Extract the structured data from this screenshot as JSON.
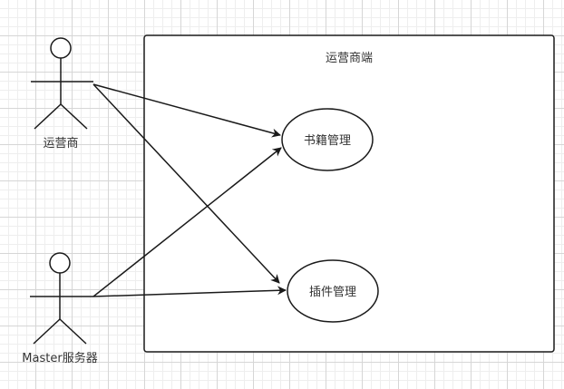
{
  "diagram": {
    "system_boundary": {
      "label": "运营商端"
    },
    "actors": [
      {
        "id": "operator",
        "label": "运营商"
      },
      {
        "id": "master",
        "label": "Master服务器"
      }
    ],
    "use_cases": [
      {
        "id": "book_mgmt",
        "label": "书籍管理"
      },
      {
        "id": "plugin_mgmt",
        "label": "插件管理"
      }
    ],
    "associations": [
      {
        "from": "operator",
        "to": "book_mgmt"
      },
      {
        "from": "operator",
        "to": "plugin_mgmt"
      },
      {
        "from": "master",
        "to": "book_mgmt"
      },
      {
        "from": "master",
        "to": "plugin_mgmt"
      }
    ],
    "colors": {
      "stroke": "#1a1a1a",
      "text": "#333333",
      "grid": "#d6d6d6",
      "background": "#ffffff"
    }
  }
}
